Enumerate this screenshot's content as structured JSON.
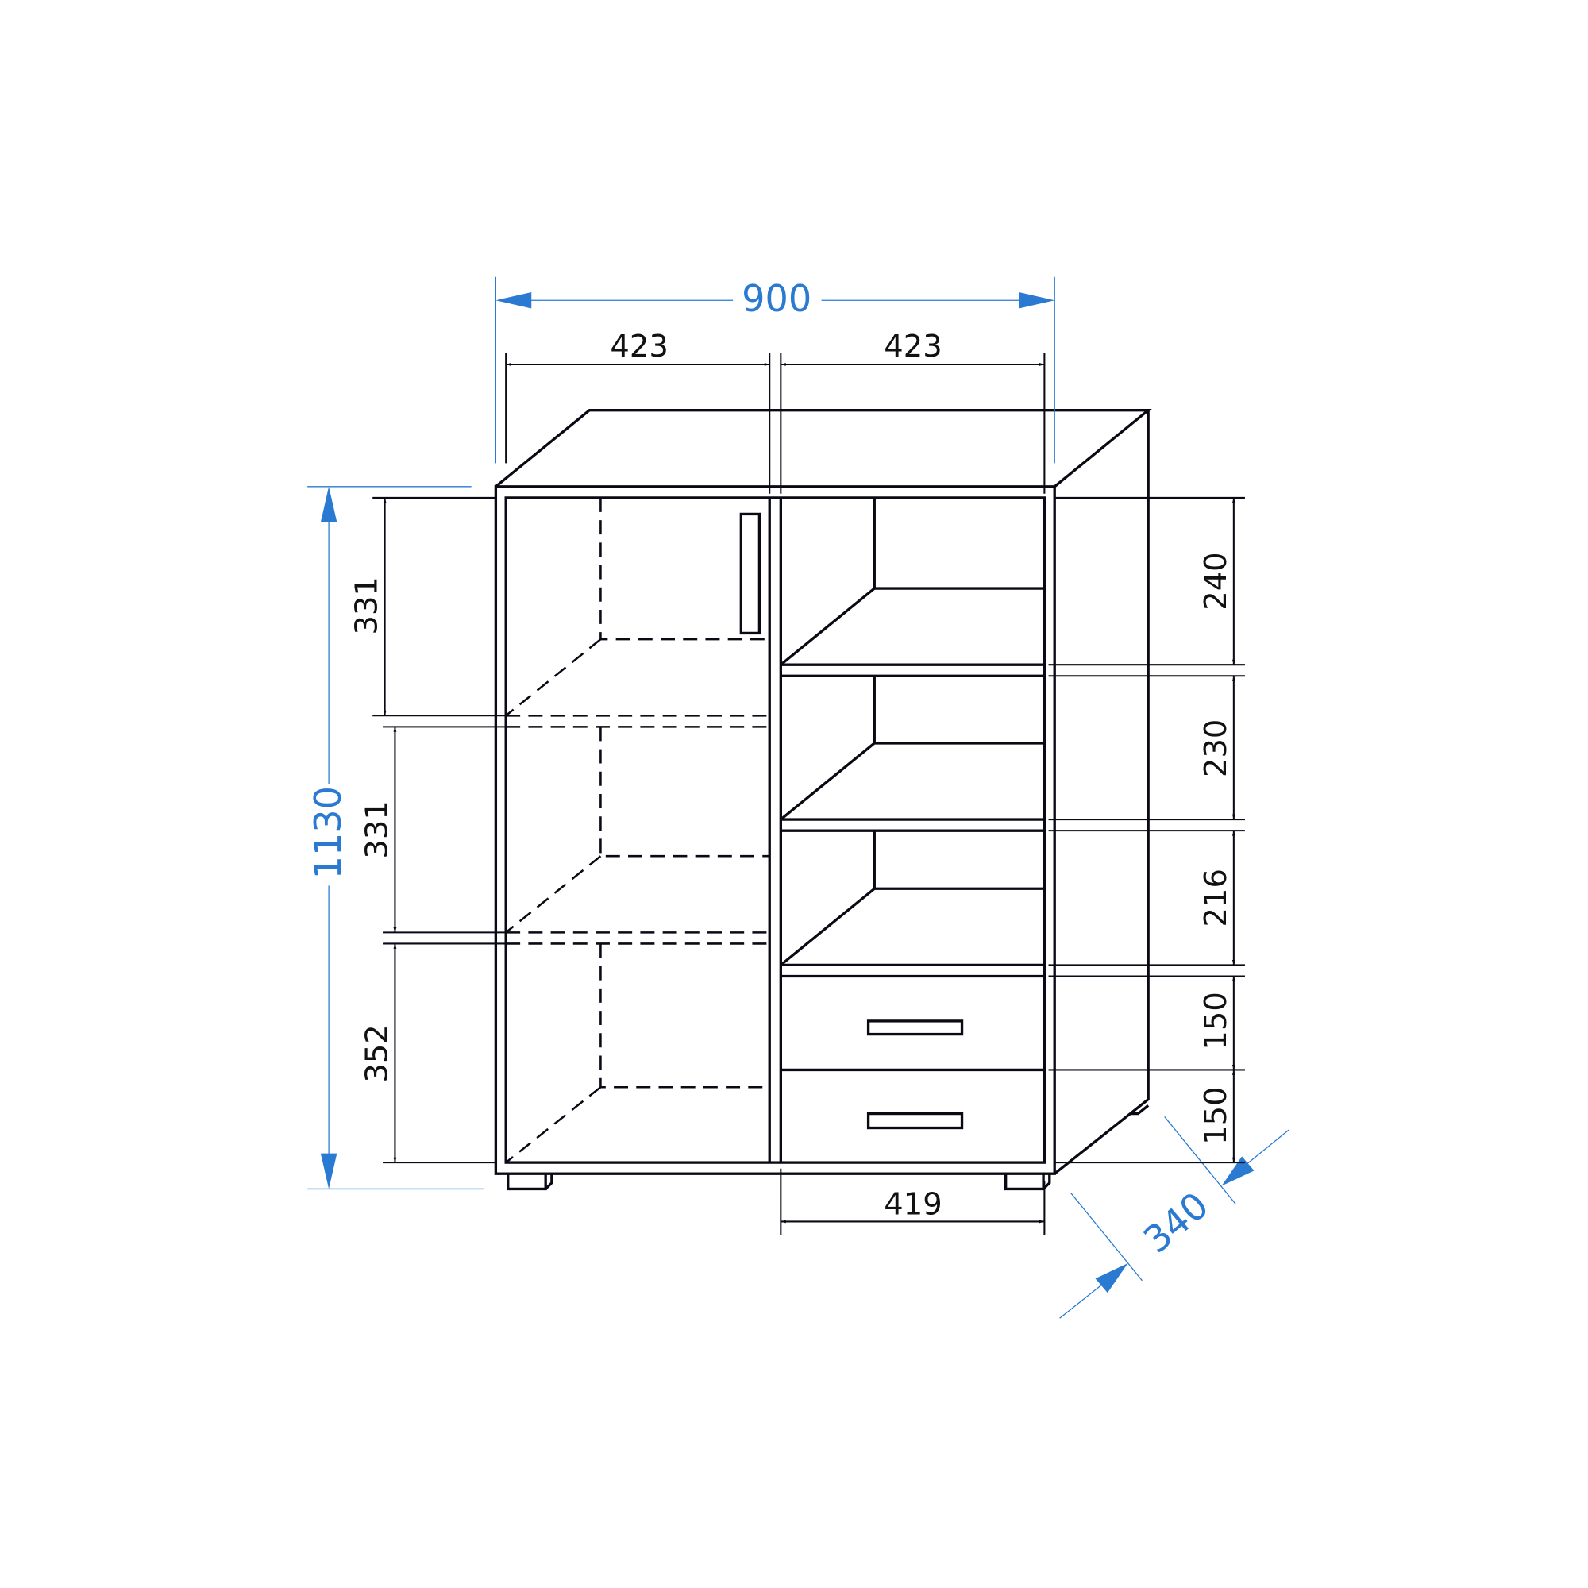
{
  "drawing": {
    "overall": {
      "width": "900",
      "height": "1130",
      "depth": "340"
    },
    "top_widths": {
      "left": "423",
      "right": "423"
    },
    "left_heights": [
      "331",
      "331",
      "352"
    ],
    "right_heights": [
      "240",
      "230",
      "216",
      "150",
      "150"
    ],
    "bottom_width": "419",
    "colors": {
      "dimension_blue": "#2a7ad2",
      "line": "#0a0a14"
    }
  }
}
